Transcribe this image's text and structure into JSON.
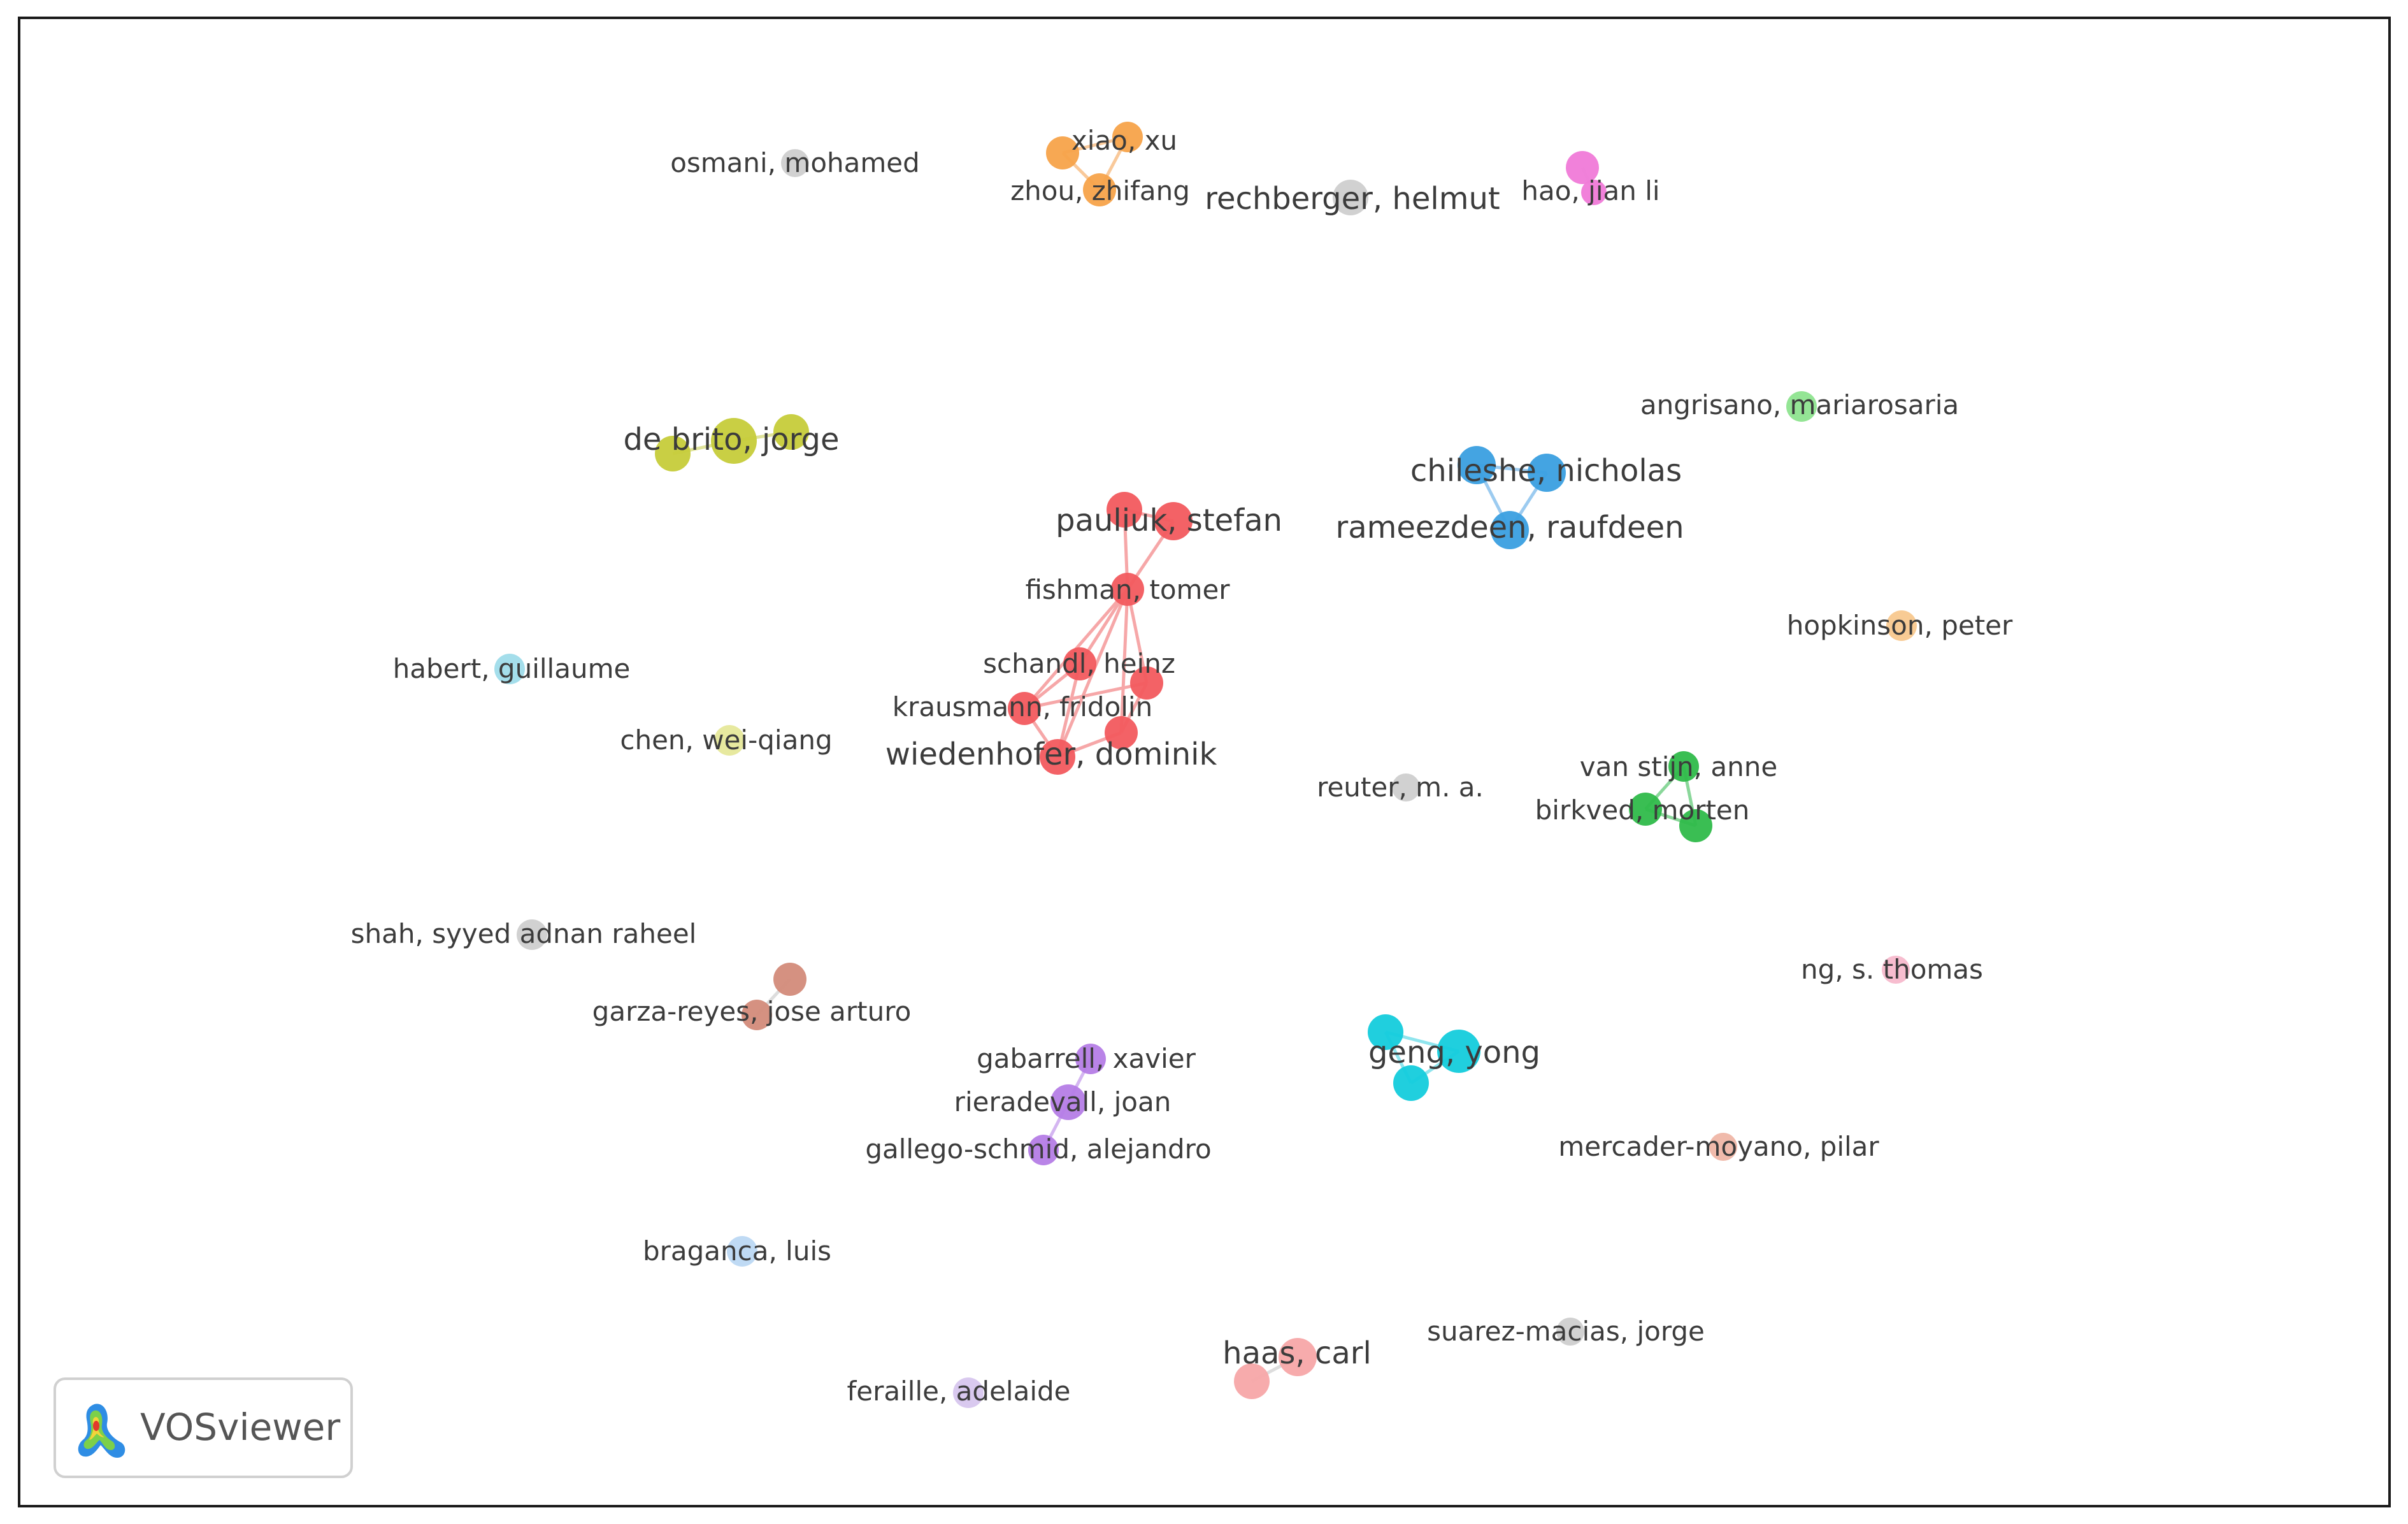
{
  "app": {
    "logo_text": "VOSviewer"
  },
  "colors": {
    "red": "#f25a5e",
    "blue": "#3a9fe0",
    "green": "#2fbb4a",
    "yellow": "#c6cc3a",
    "orange": "#f7a34a",
    "magenta": "#f07ad8",
    "gray": "#cfcfcf",
    "cyan": "#14ccdc",
    "purple": "#b57de6",
    "brown": "#d38b7a",
    "light_green": "#8ee48f",
    "light_blue": "#9fdcea",
    "light_yellow": "#e6e89a",
    "light_orange": "#f8c88e",
    "light_pink": "#f7b9cc",
    "salmon": "#f7a7a8",
    "pale_blue": "#bcd8f3",
    "lavender": "#d7c6ee",
    "pale_salmon": "#efb6a7"
  },
  "nodes": [
    {
      "id": "osmani",
      "label": "osmani, mohamed",
      "color": "gray",
      "big": false
    },
    {
      "id": "xiao",
      "label": "xiao, xu",
      "color": "orange",
      "big": false
    },
    {
      "id": "zhou",
      "label": "zhou, zhifang",
      "color": "orange",
      "big": false
    },
    {
      "id": "rechberger",
      "label": "rechberger, helmut",
      "color": "gray",
      "big": true
    },
    {
      "id": "hao",
      "label": "hao, jian li",
      "color": "magenta",
      "big": false
    },
    {
      "id": "debrito",
      "label": "de brito, jorge",
      "color": "yellow",
      "big": true
    },
    {
      "id": "angrisano",
      "label": "angrisano, mariarosaria",
      "color": "light_green",
      "big": false
    },
    {
      "id": "chileshe",
      "label": "chileshe, nicholas",
      "color": "blue",
      "big": true
    },
    {
      "id": "pauliuk",
      "label": "pauliuk, stefan",
      "color": "red",
      "big": true
    },
    {
      "id": "rameezdeen",
      "label": "rameezdeen, raufdeen",
      "color": "blue",
      "big": true
    },
    {
      "id": "fishman",
      "label": "fishman, tomer",
      "color": "red",
      "big": false
    },
    {
      "id": "hopkinson",
      "label": "hopkinson, peter",
      "color": "light_orange",
      "big": false
    },
    {
      "id": "habert",
      "label": "habert, guillaume",
      "color": "light_blue",
      "big": false
    },
    {
      "id": "schandl",
      "label": "schandl, heinz",
      "color": "red",
      "big": false
    },
    {
      "id": "krausmann",
      "label": "krausmann, fridolin",
      "color": "red",
      "big": false
    },
    {
      "id": "chen",
      "label": "chen, wei-qiang",
      "color": "light_yellow",
      "big": false
    },
    {
      "id": "wiedenhofer",
      "label": "wiedenhofer, dominik",
      "color": "red",
      "big": true
    },
    {
      "id": "vanstijn",
      "label": "van stijn, anne",
      "color": "green",
      "big": false
    },
    {
      "id": "reuter",
      "label": "reuter, m. a.",
      "color": "gray",
      "big": false
    },
    {
      "id": "birkved",
      "label": "birkved, morten",
      "color": "green",
      "big": false
    },
    {
      "id": "shah",
      "label": "shah, syyed adnan raheel",
      "color": "gray",
      "big": false
    },
    {
      "id": "ng",
      "label": "ng, s. thomas",
      "color": "light_pink",
      "big": false
    },
    {
      "id": "garza",
      "label": "garza-reyes, jose arturo",
      "color": "brown",
      "big": false
    },
    {
      "id": "gabarrell",
      "label": "gabarrell, xavier",
      "color": "purple",
      "big": false
    },
    {
      "id": "geng",
      "label": "geng, yong",
      "color": "cyan",
      "big": true
    },
    {
      "id": "rieradevall",
      "label": "rieradevall, joan",
      "color": "purple",
      "big": false
    },
    {
      "id": "gallego",
      "label": "gallego-schmid, alejandro",
      "color": "purple",
      "big": false
    },
    {
      "id": "mercader",
      "label": "mercader-moyano, pilar",
      "color": "pale_salmon",
      "big": false
    },
    {
      "id": "braganca",
      "label": "braganca, luis",
      "color": "pale_blue",
      "big": false
    },
    {
      "id": "suarez",
      "label": "suarez-macias, jorge",
      "color": "gray",
      "big": false
    },
    {
      "id": "haas",
      "label": "haas, carl",
      "color": "salmon",
      "big": true
    },
    {
      "id": "feraille",
      "label": "feraille, adelaide",
      "color": "lavender",
      "big": false
    }
  ],
  "links": [
    [
      "xiao",
      "zhou"
    ],
    [
      "debrito",
      "debrito_b"
    ],
    [
      "chileshe",
      "rameezdeen"
    ],
    [
      "pauliuk",
      "fishman"
    ],
    [
      "fishman",
      "schandl"
    ],
    [
      "fishman",
      "krausmann"
    ],
    [
      "fishman",
      "wiedenhofer"
    ],
    [
      "schandl",
      "krausmann"
    ],
    [
      "schandl",
      "wiedenhofer"
    ],
    [
      "krausmann",
      "wiedenhofer"
    ],
    [
      "vanstijn",
      "birkved"
    ],
    [
      "geng",
      "geng_b"
    ],
    [
      "gabarrell",
      "rieradevall"
    ],
    [
      "rieradevall",
      "gallego"
    ],
    [
      "garza",
      "garza_b"
    ],
    [
      "haas",
      "haas_b"
    ]
  ]
}
